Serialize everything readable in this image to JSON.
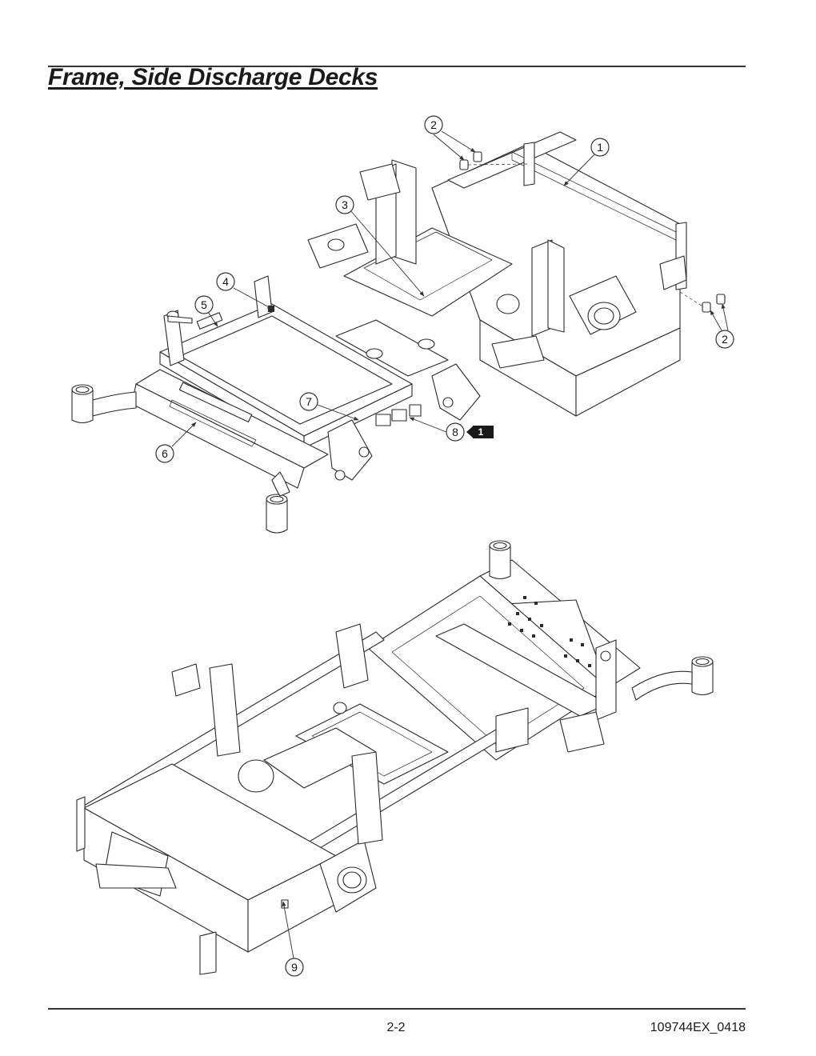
{
  "title": "Frame, Side Discharge Decks",
  "callouts": {
    "c1": "1",
    "c2a": "2",
    "c2b": "2",
    "c3": "3",
    "c4": "4",
    "c5": "5",
    "c6": "6",
    "c7": "7",
    "c8": "8",
    "c9": "9"
  },
  "note_badge": "1",
  "footer": {
    "page_number": "2-2",
    "document_code": "109744EX_0418"
  }
}
